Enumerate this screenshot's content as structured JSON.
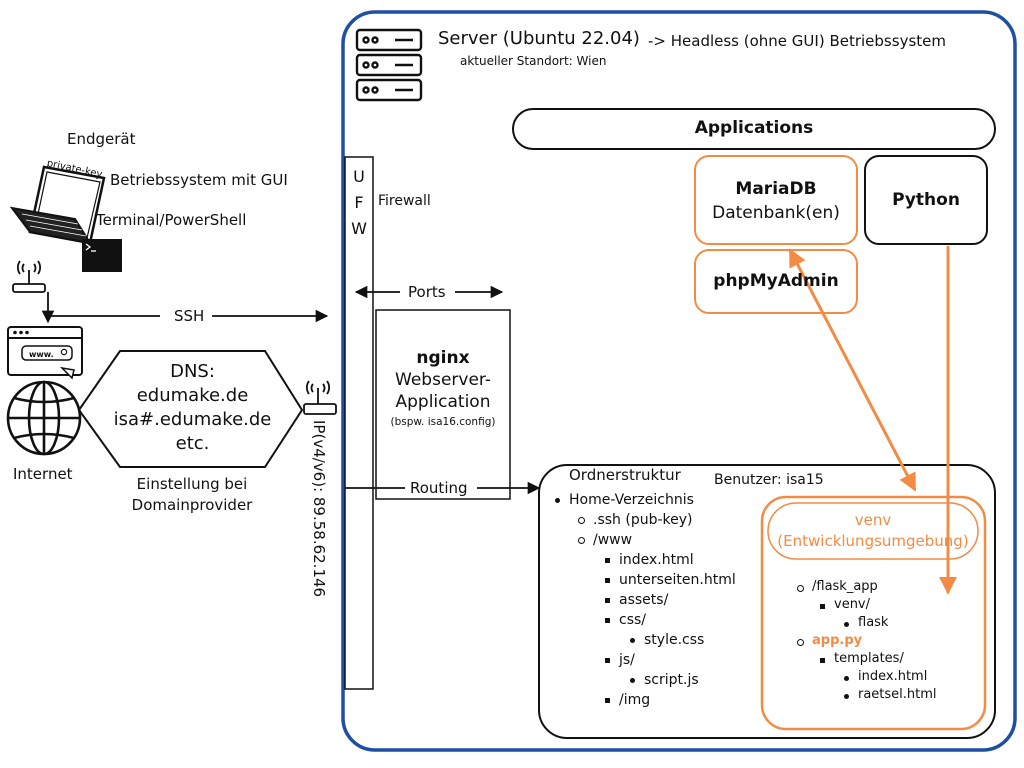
{
  "client": {
    "title": "Endgerät",
    "key_label": "private-key",
    "os": "Betriebssystem mit GUI",
    "terminal": "Terminal/PowerShell"
  },
  "connection": {
    "ssh": "SSH"
  },
  "internet": {
    "label": "Internet"
  },
  "dns": {
    "title": "DNS:",
    "domains": [
      "edumake.de",
      "isa#.edumake.de",
      "etc."
    ],
    "note_line1": "Einstellung bei",
    "note_line2": "Domainprovider"
  },
  "ip": {
    "label": "IP(v4/v6): 89.58.62.146"
  },
  "server": {
    "title": "Server (Ubuntu 22.04)",
    "subtitle": "-> Headless (ohne GUI) Betriebssystem",
    "location": "aktueller Standort: Wien"
  },
  "firewall": {
    "letters": [
      "U",
      "F",
      "W"
    ],
    "label": "Firewall"
  },
  "ports": {
    "label": "Ports"
  },
  "routing": {
    "label": "Routing"
  },
  "nginx": {
    "title": "nginx",
    "line1": "Webserver-",
    "line2": "Application",
    "note": "(bspw. isa16.config)"
  },
  "applications": {
    "title": "Applications",
    "mariadb_title": "MariaDB",
    "mariadb_sub": "Datenbank(en)",
    "phpmyadmin": "phpMyAdmin",
    "python": "Python"
  },
  "folder": {
    "title": "Ordnerstruktur",
    "user": "Benutzer: isa15",
    "home": "Home-Verzeichnis",
    "ssh": ".ssh (pub-key)",
    "www": "/www",
    "index": "index.html",
    "unterseiten": "unterseiten.html",
    "assets": "assets/",
    "css": "css/",
    "style": "style.css",
    "js": "js/",
    "script": "script.js",
    "img": "/img"
  },
  "venv": {
    "title": "venv",
    "subtitle": "(Entwicklungsumgebung)",
    "flask_app": "/flask_app",
    "venv_dir": "venv/",
    "flask": "flask",
    "app_py": "app.py",
    "templates": "templates/",
    "index": "index.html",
    "raetsel": "raetsel.html"
  },
  "colors": {
    "server_border": "#1e4fa3",
    "accent": "#f28c45",
    "dark": "#111111"
  }
}
